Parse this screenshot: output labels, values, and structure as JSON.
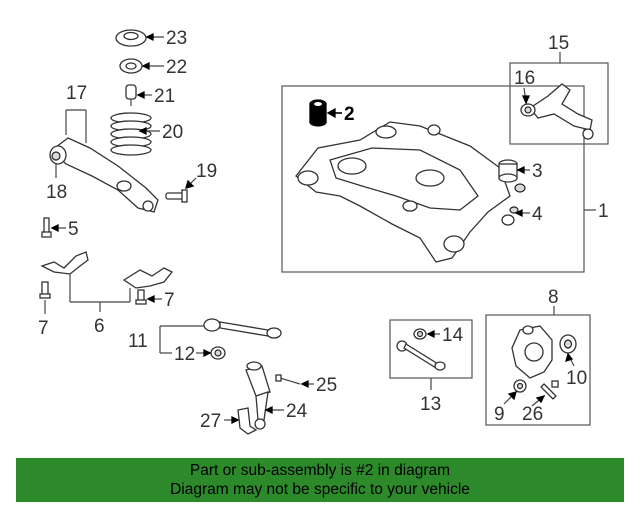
{
  "callouts": {
    "n1": "1",
    "n2": "2",
    "n3": "3",
    "n4": "4",
    "n5": "5",
    "n6": "6",
    "n7a": "7",
    "n7b": "7",
    "n8": "8",
    "n9": "9",
    "n10": "10",
    "n11": "11",
    "n12": "12",
    "n13": "13",
    "n14": "14",
    "n15": "15",
    "n16": "16",
    "n17": "17",
    "n18": "18",
    "n19": "19",
    "n20": "20",
    "n21": "21",
    "n22": "22",
    "n23": "23",
    "n24": "24",
    "n25": "25",
    "n26": "26",
    "n27": "27"
  },
  "highlight_part": "2",
  "highlight_color": "#000000",
  "banner": {
    "line1": "Part or sub-assembly is #2 in diagram",
    "line2": "Diagram may not be specific to your vehicle",
    "background": "#2d8a2a"
  }
}
